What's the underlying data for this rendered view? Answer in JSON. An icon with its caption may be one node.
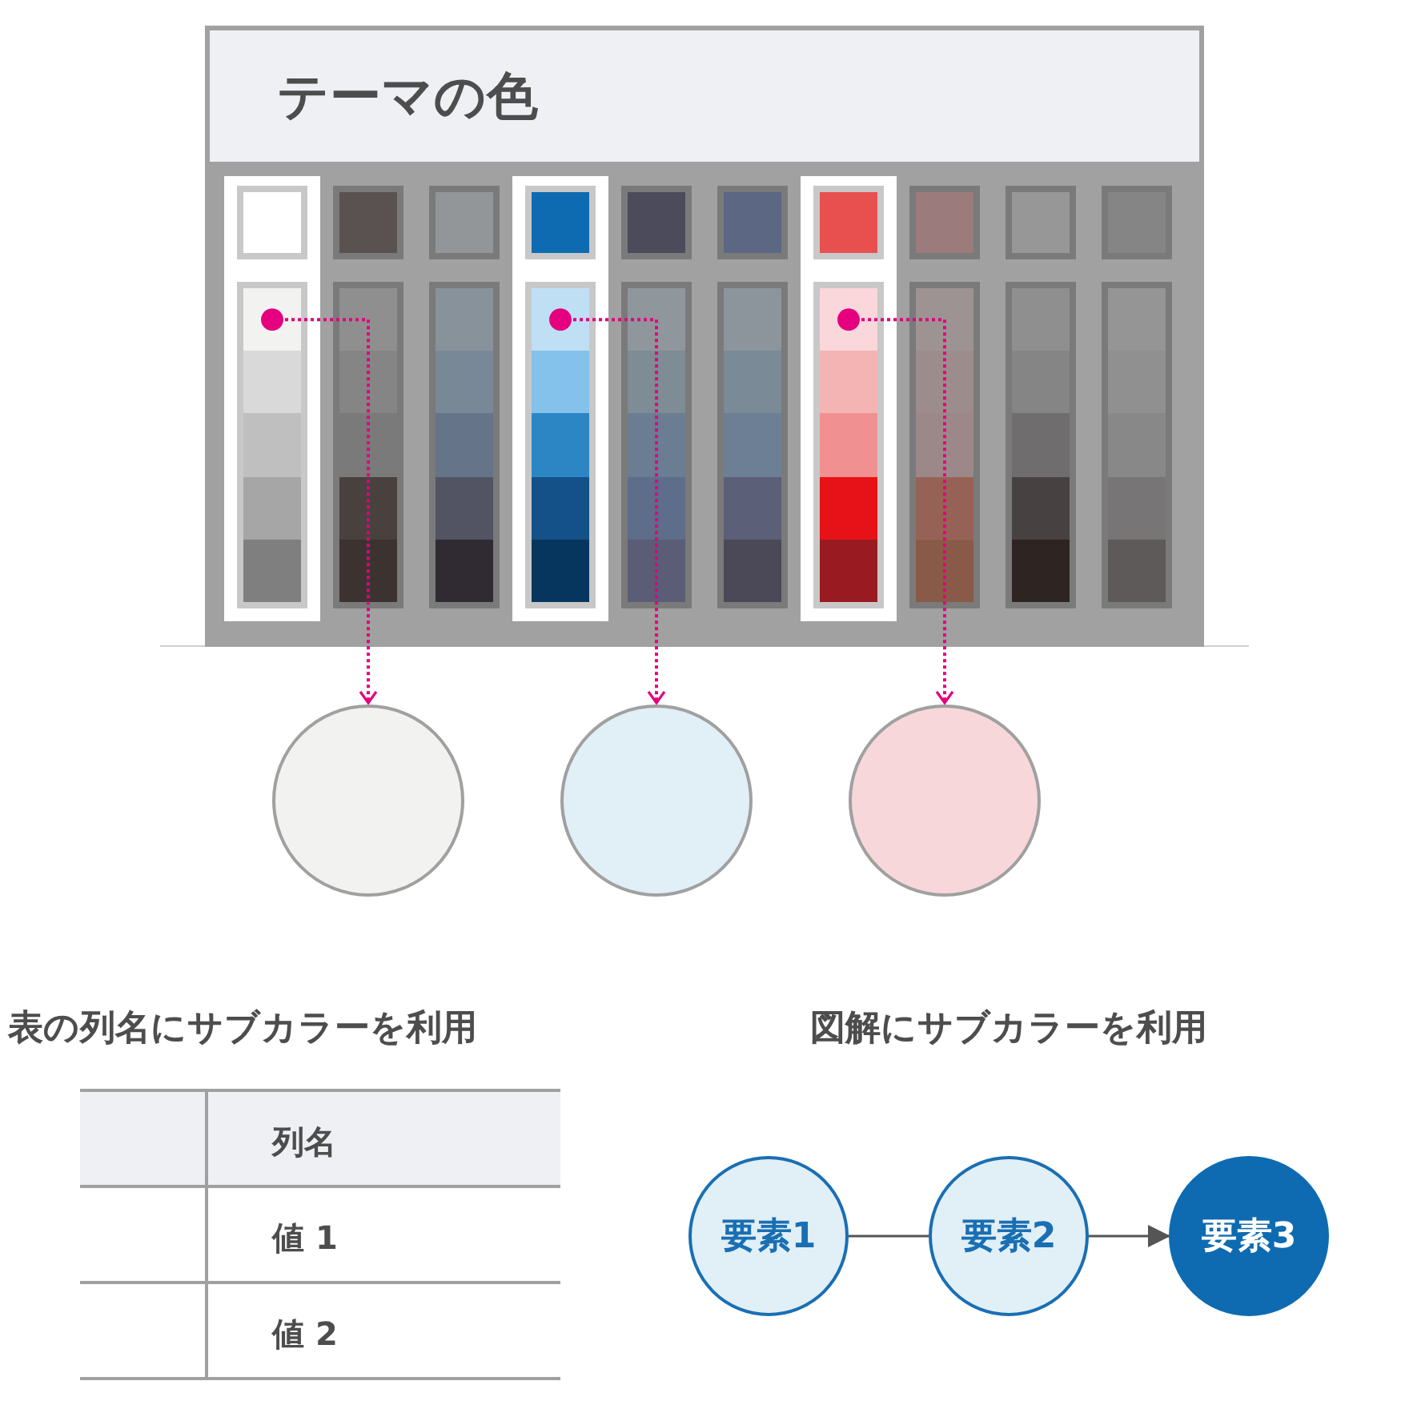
{
  "diagram": {
    "nodes": [
      {
        "text": [
          "テーマの色"
        ]
      },
      {
        "text": [],
        "shape": "box",
        "in": 0
      },
      {
        "text": [],
        "shape": "circle"
      },
      {
        "text": [],
        "shape": "box",
        "in": 0
      },
      {
        "text": [],
        "shape": "circle"
      },
      {
        "text": [],
        "shape": "box",
        "in": 0
      },
      {
        "text": [],
        "shape": "circle"
      },
      {
        "text": [
          "要素1"
        ]
      },
      {
        "text": [
          "要素2"
        ]
      },
      {
        "text": [
          "要素3"
        ]
      }
    ],
    "edges": [
      {
        "from": 1,
        "to": 2,
        "arrow": "to",
        "style": "dashed",
        "color": "#e4007f"
      },
      {
        "from": 3,
        "to": 4,
        "arrow": "to",
        "style": "dashed",
        "color": "#e4007f"
      },
      {
        "from": 5,
        "to": 6,
        "arrow": "to",
        "style": "dashed",
        "color": "#e4007f"
      },
      {
        "from": 7,
        "to": 8,
        "arrow": "none",
        "color": "#555555"
      },
      {
        "from": 8,
        "to": 9,
        "arrow": "to",
        "color": "#555555"
      }
    ],
    "labels": [
      "表の列名にサブカラーを利用",
      "図解にサブカラーを利用",
      "列名",
      "値 1",
      "値 2"
    ]
  }
}
